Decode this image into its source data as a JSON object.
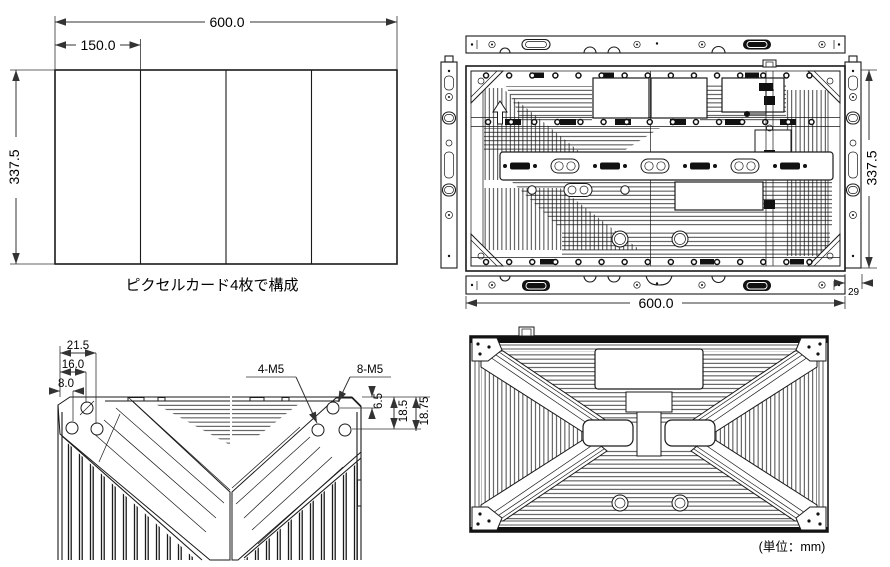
{
  "sheet": {
    "background": "#ffffff",
    "line_color": "#1a1a1a",
    "dim_color": "#333333"
  },
  "front_view": {
    "caption": "ピクセルカード4枚で構成",
    "dim_width": "600.0",
    "dim_card_width": "150.0",
    "dim_height": "337.5",
    "card_count": 4
  },
  "back_view": {
    "dim_height": "337.5",
    "dim_width": "600.0",
    "dim_depth": "29"
  },
  "corner_detail_left": {
    "dim_a": "21.5",
    "dim_b": "16.0",
    "dim_c": "8.0"
  },
  "corner_detail_right": {
    "label_4m5": "4-M5",
    "label_8m5": "8-M5",
    "dim_a": "6.5",
    "dim_b": "18.5",
    "dim_c": "18.75"
  },
  "footer": {
    "unit_note": "(単位：mm)"
  }
}
